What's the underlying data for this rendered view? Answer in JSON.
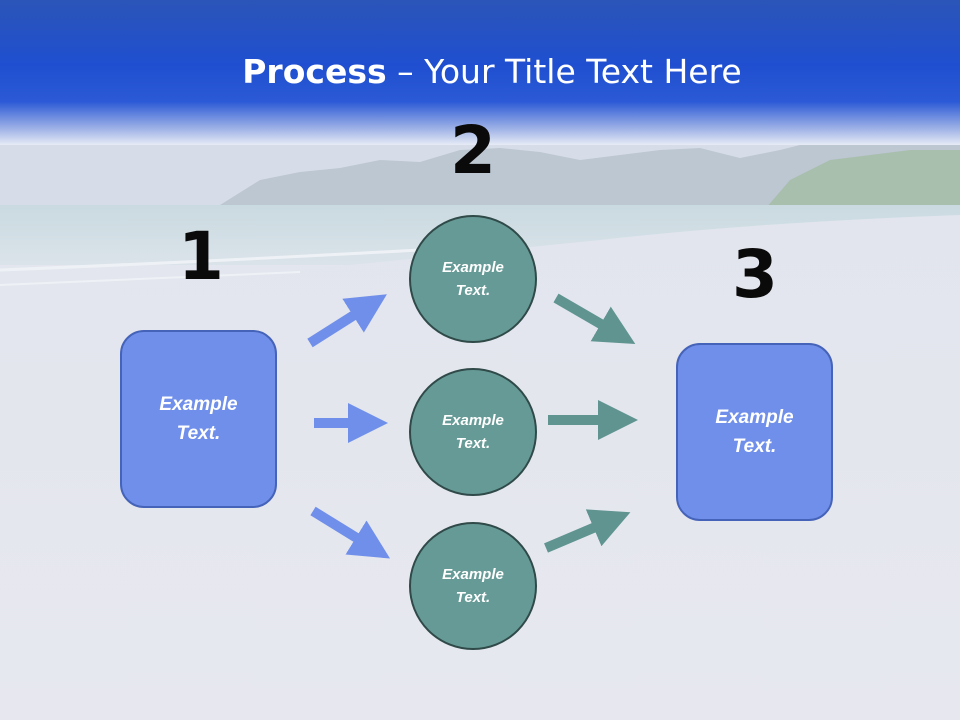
{
  "slide": {
    "title_bold": "Process",
    "title_rest": " – Your Title Text Here"
  },
  "steps": {
    "n1": "1",
    "n2": "2",
    "n3": "3"
  },
  "nodes": {
    "left_box": "Example\nText.",
    "circle_top": "Example\nText.",
    "circle_middle": "Example\nText.",
    "circle_bottom": "Example\nText.",
    "right_box": "Example\nText."
  },
  "colors": {
    "box_fill": "#6f8fea",
    "circle_fill": "#669a96",
    "arrow_blue": "#6f8fea",
    "arrow_teal": "#5f9490",
    "header_blue": "#1f4fd0"
  }
}
